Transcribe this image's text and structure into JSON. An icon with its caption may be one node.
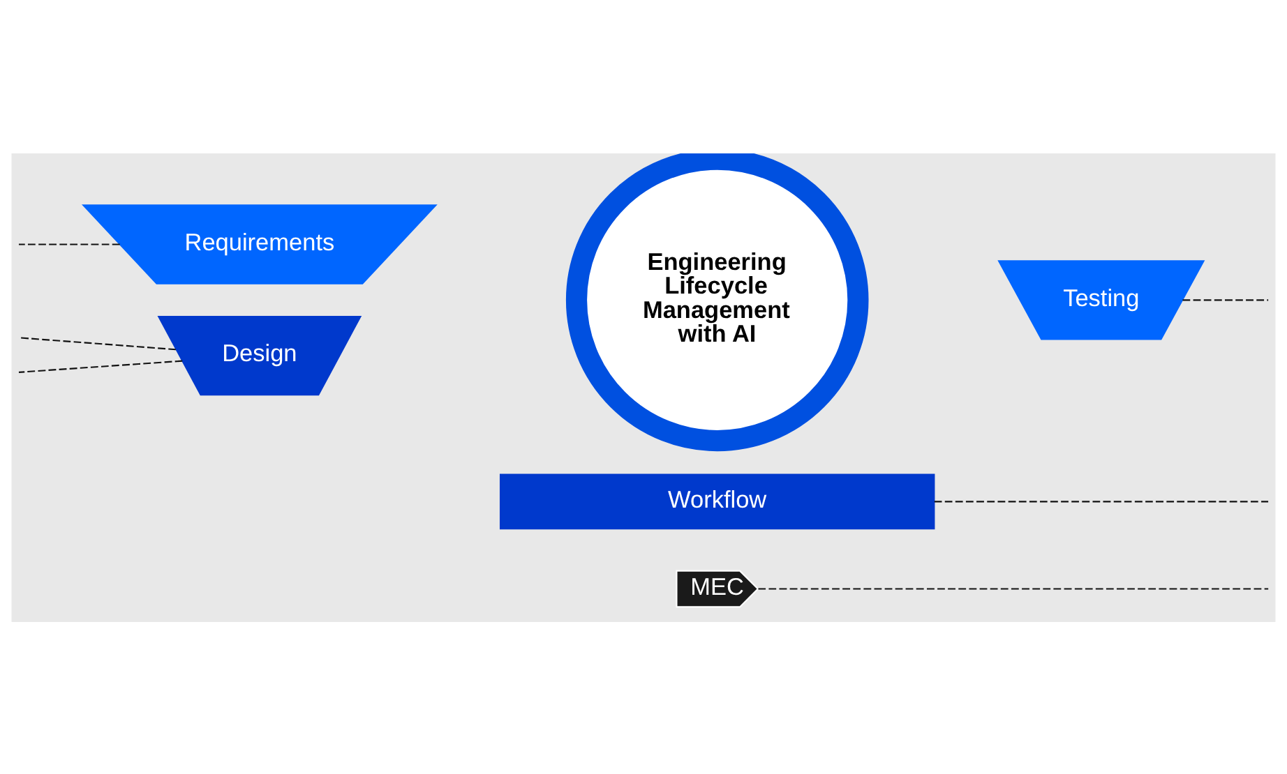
{
  "diagram": {
    "nodes": [
      {
        "text": [
          "Requirements"
        ]
      },
      {
        "text": [
          "Design"
        ]
      },
      {
        "text": [
          "Engineering Lifecycle Management with AI"
        ]
      },
      {
        "text": [
          "Testing"
        ]
      },
      {
        "text": [
          "Workflow"
        ]
      },
      {
        "text": [
          "MEC"
        ]
      }
    ],
    "edges": [
      {
        "from": 0,
        "to": null,
        "arrow": "none",
        "style": "dashed"
      },
      {
        "from": 1,
        "to": null,
        "arrow": "none",
        "style": "dashed"
      },
      {
        "from": 1,
        "to": null,
        "arrow": "none",
        "style": "dashed"
      },
      {
        "from": 3,
        "to": null,
        "arrow": "none",
        "style": "dashed"
      },
      {
        "from": 4,
        "to": null,
        "arrow": "none",
        "style": "dashed"
      },
      {
        "from": 5,
        "to": null,
        "arrow": "none",
        "style": "dashed"
      }
    ]
  }
}
